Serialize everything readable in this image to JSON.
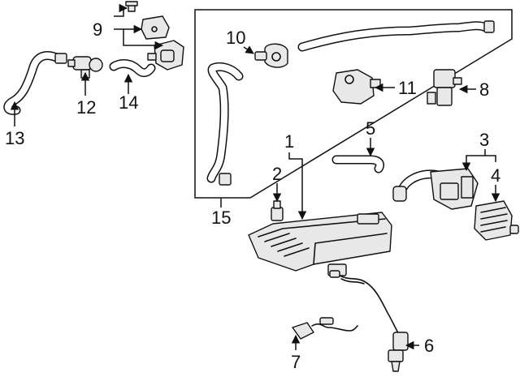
{
  "callouts": {
    "c1": "1",
    "c2": "2",
    "c3": "3",
    "c4": "4",
    "c5": "5",
    "c6": "6",
    "c7": "7",
    "c8": "8",
    "c9": "9",
    "c10": "10",
    "c11": "11",
    "c12": "12",
    "c13": "13",
    "c14": "14",
    "c15": "15"
  },
  "colors": {
    "line": "#111111",
    "fill": "#e8e8e8",
    "background": "#ffffff"
  }
}
